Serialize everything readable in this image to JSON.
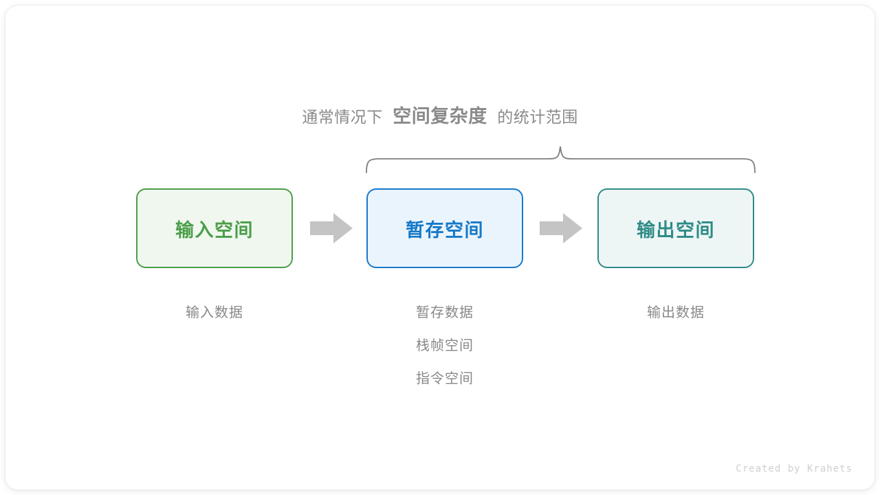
{
  "heading": {
    "prefix": "通常情况下",
    "emphasis": "空间复杂度",
    "suffix": "的统计范围"
  },
  "brace": {
    "name": "curly-brace-scope",
    "color": "#7f7f7f"
  },
  "boxes": [
    {
      "id": "input",
      "label": "输入空间",
      "border_color": "#4a9e48",
      "fill_color": "#f0f7ef",
      "text_color": "#4a9e48"
    },
    {
      "id": "temp",
      "label": "暂存空间",
      "border_color": "#1779c8",
      "fill_color": "#eaf4fc",
      "text_color": "#1779c8"
    },
    {
      "id": "output",
      "label": "输出空间",
      "border_color": "#2e8b87",
      "fill_color": "#eef6f5",
      "text_color": "#2e8b87"
    }
  ],
  "arrows": [
    {
      "id": "arrow-input-to-temp",
      "color": "#c4c4c4"
    },
    {
      "id": "arrow-temp-to-output",
      "color": "#c4c4c4"
    }
  ],
  "captions": {
    "input": [
      "输入数据"
    ],
    "temp": [
      "暂存数据",
      "栈帧空间",
      "指令空间"
    ],
    "output": [
      "输出数据"
    ]
  },
  "footer": {
    "credit": "Created by Krahets"
  },
  "theme": {
    "background": "#ffffff",
    "card_background": "#ffffff",
    "muted_text": "#888888",
    "heading_text": "#8a8a8a"
  }
}
